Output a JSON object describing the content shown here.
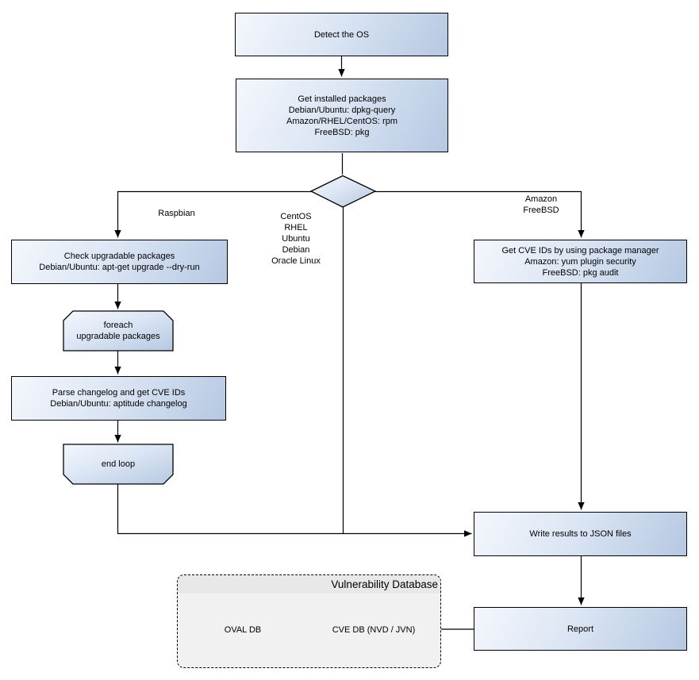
{
  "nodes": {
    "detect_os": {
      "label": "Detect the OS"
    },
    "get_installed_packages": {
      "lines": [
        "Get installed packages",
        "Debian/Ubuntu: dpkg-query",
        "Amazon/RHEL/CentOS: rpm",
        "FreeBSD: pkg"
      ]
    },
    "check_upgradable": {
      "lines": [
        "Check upgradable packages",
        "Debian/Ubuntu: apt-get upgrade --dry-run"
      ]
    },
    "foreach_loop": {
      "lines": [
        "foreach",
        "upgradable  packages"
      ]
    },
    "parse_changelog": {
      "lines": [
        "Parse changelog and get  CVE IDs",
        "Debian/Ubuntu: aptitude changelog"
      ]
    },
    "end_loop": {
      "label": "end loop"
    },
    "get_cve_ids": {
      "lines": [
        "Get CVE IDs by using package manager",
        "Amazon: yum plugin security",
        "FreeBSD: pkg audit"
      ]
    },
    "write_results": {
      "label": "Write results to JSON files"
    },
    "report": {
      "label": "Report"
    }
  },
  "branch_labels": {
    "left": "Raspbian",
    "middle": [
      "CentOS",
      "RHEL",
      "Ubuntu",
      "Debian",
      "Oracle Linux"
    ],
    "right": [
      "Amazon",
      "FreeBSD"
    ]
  },
  "database": {
    "title": "Vulnerability Database",
    "cylinders": [
      "OVAL DB",
      "CVE DB (NVD / JVN)"
    ]
  },
  "colors": {
    "node_gradient_start": "#f4f7fd",
    "node_gradient_end": "#b5c8e2",
    "line": "#000000",
    "container_bg": "#f1f1f1",
    "container_header_bg": "#e8e8e8"
  }
}
